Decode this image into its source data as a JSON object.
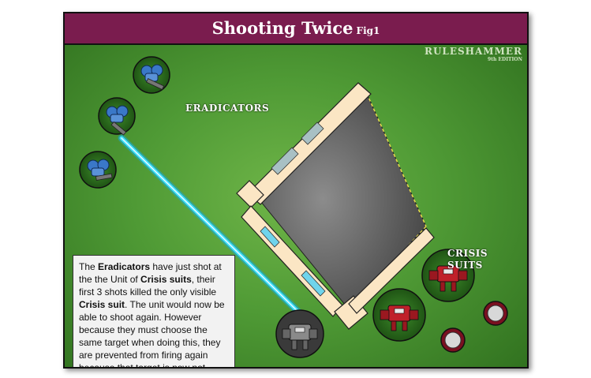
{
  "header": {
    "title": "Shooting Twice",
    "fig": "Fig1"
  },
  "brand": {
    "name": "RULESHAMMER",
    "edition": "9th EDITION"
  },
  "labels": {
    "eradicators": "ERADICATORS",
    "crisis_line1": "CRISIS",
    "crisis_line2": "SUITS"
  },
  "infobox": {
    "p1": "The ",
    "b1": "Eradicators",
    "p2": " have just shot at the the Unit of ",
    "b2": "Crisis suits",
    "p3": ", their first 3 shots killed the only visible ",
    "b3": "Crisis suit",
    "p4": ". The unit would now be able to shoot again. However because they must choose the same target when doing this, they are prevented from firing again because that target is now not visible."
  },
  "colors": {
    "header": "#7a1c4e",
    "table_green": "#4f9a35",
    "laser": "#3fe0ff",
    "eradicator_blue": "#3a78c8",
    "crisis_red": "#c0202a",
    "ruin_floor": "#5a5a5a",
    "wall": "#fbe6c4"
  },
  "icons": {
    "eradicator": "eradicator-model-icon",
    "crisis": "crisis-suit-model-icon",
    "drone": "drone-icon"
  }
}
